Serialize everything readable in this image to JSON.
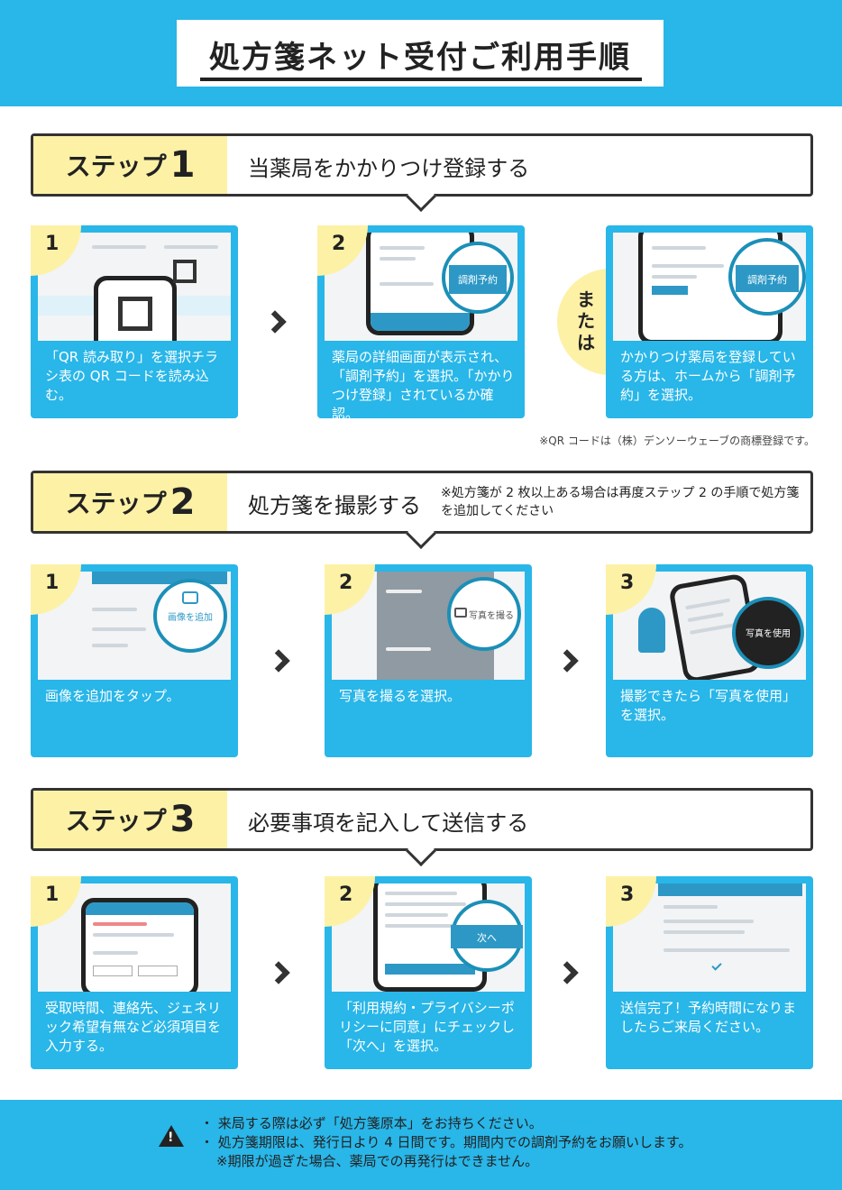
{
  "title": "処方箋ネット受付ご利用手順",
  "steps": [
    {
      "label_word": "ステップ",
      "label_num": "1",
      "desc": "当薬局をかかりつけ登録する",
      "note": "",
      "cards": [
        {
          "num": "1",
          "caption": "「QR 読み取り」を選択チラシ表の QR コードを読み込む。",
          "zoom": ""
        },
        {
          "num": "2",
          "caption": "薬局の詳細画面が表示され、「調剤予約」を選択。「かかりつけ登録」されているか確認。",
          "zoom": "調剤予約"
        },
        {
          "num": "",
          "caption": "かかりつけ薬局を登録している方は、ホームから「調剤予約」を選択。",
          "zoom": "調剤予約"
        }
      ]
    },
    {
      "label_word": "ステップ",
      "label_num": "2",
      "desc": "処方箋を撮影する",
      "note": "※処方箋が 2 枚以上ある場合は再度ステップ 2 の手順で処方箋を追加してください",
      "cards": [
        {
          "num": "1",
          "caption": "画像を追加をタップ。",
          "zoom": "画像を追加"
        },
        {
          "num": "2",
          "caption": "写真を撮るを選択。",
          "zoom": "写真を撮る"
        },
        {
          "num": "3",
          "caption": "撮影できたら「写真を使用」を選択。",
          "zoom": "写真を使用"
        }
      ]
    },
    {
      "label_word": "ステップ",
      "label_num": "3",
      "desc": "必要事項を記入して送信する",
      "note": "",
      "cards": [
        {
          "num": "1",
          "caption": "受取時間、連絡先、ジェネリック希望有無など必須項目を入力する。",
          "zoom": ""
        },
        {
          "num": "2",
          "caption": "「利用規約・プライバシーポリシーに同意」にチェックし「次へ」を選択。",
          "zoom": "次へ"
        },
        {
          "num": "3",
          "caption": "送信完了！予約時間になりましたらご来局ください。",
          "zoom": ""
        }
      ]
    }
  ],
  "matawa": "または",
  "qr_note": "※QR コードは（株）デンソーウェーブの商標登録です。",
  "footer": {
    "lines": [
      "・ 来局する際は必ず「処方箋原本」をお持ちください。",
      "・ 処方箋期限は、発行日より 4 日間です。期間内での調剤予約をお願いします。",
      "※期限が過ぎた場合、薬局での再発行はできません。"
    ]
  },
  "colors": {
    "accent": "#29b6e8",
    "yellow": "#fdf1a6",
    "dark": "#222222"
  }
}
